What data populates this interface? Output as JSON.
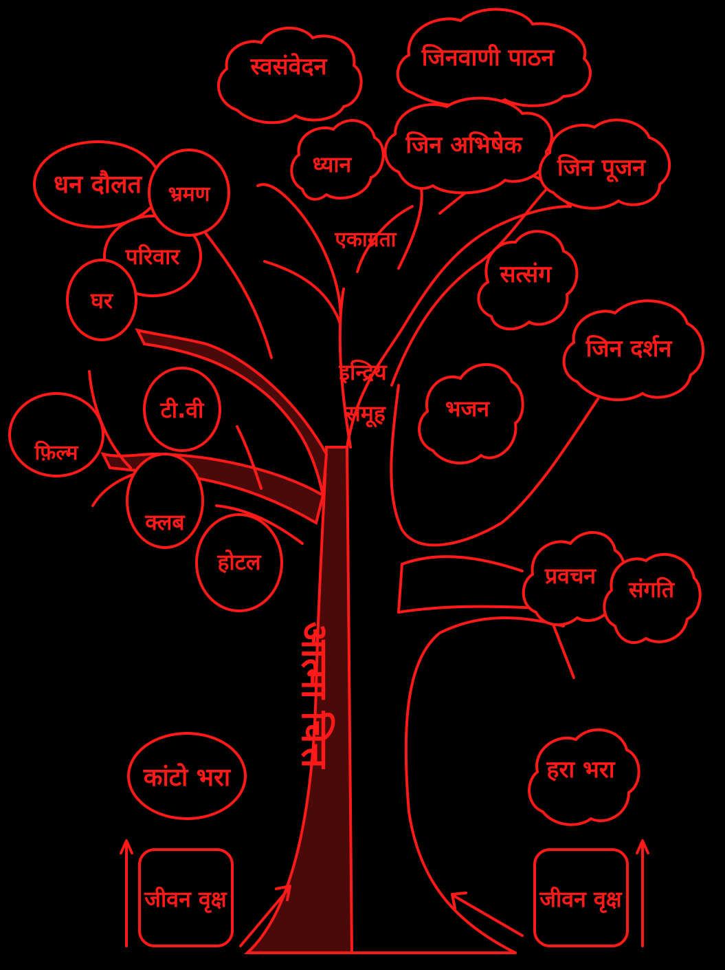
{
  "colors": {
    "stroke": "#ff1a1a",
    "trunk_fill": "#4a0a0a",
    "background": "#000000"
  },
  "trunk_label": "आत्मा चित्त",
  "center_label": [
    "इन्द्रिय",
    "समूह"
  ],
  "left_labels": {
    "dhan_daulat": "धन दौलत",
    "bhraman": "भ्रमण",
    "parivar": "परिवार",
    "ghar": "घर",
    "tv": "टी.वी",
    "film": "फ़िल्म",
    "club": "क्लब",
    "hotel": "होटल",
    "kanto_bhara": "कांटो भरा",
    "jeevan_vriksh": "जीवन वृक्ष"
  },
  "right_labels": {
    "svasamvedan": "स्वसंवेदन",
    "jinvani_pathan": "जिनवाणी पाठन",
    "dhyan": "ध्यान",
    "jin_abhishek": "जिन अभिषेक",
    "jin_poojan": "जिन पूजन",
    "ekagrata": "एकाग्रता",
    "satsang": "सत्संग",
    "jin_darshan": "जिन दर्शन",
    "bhajan": "भजन",
    "pravachan": "प्रवचन",
    "sangati": "संगति",
    "hara_bhara": "हरा भरा",
    "jeevan_vriksh": "जीवन वृक्ष"
  }
}
